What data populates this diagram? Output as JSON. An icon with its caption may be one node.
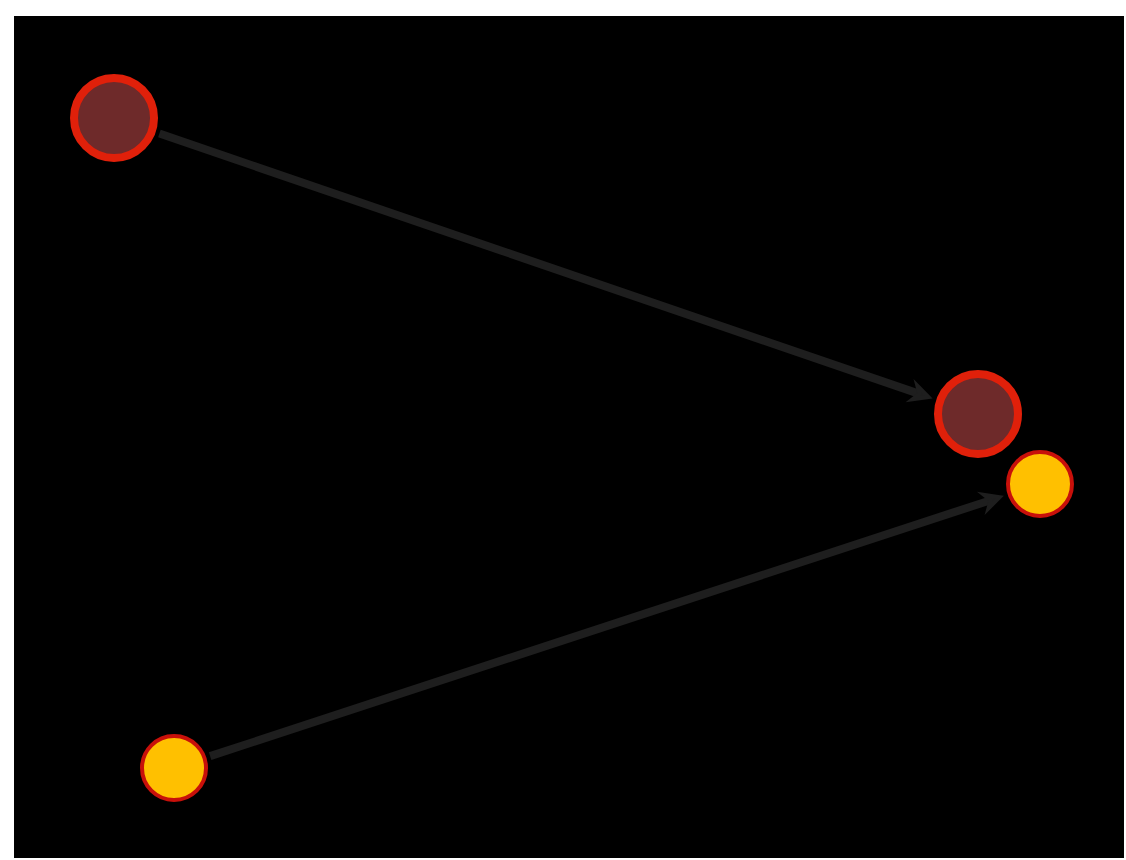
{
  "diagram": {
    "nodes": [
      {
        "text": [],
        "shape": "circle"
      },
      {
        "text": [],
        "shape": "circle"
      },
      {
        "text": [],
        "shape": "circle"
      },
      {
        "text": [],
        "shape": "circle"
      }
    ],
    "edges": [
      {
        "from": 0,
        "to": 2,
        "arrow": "to"
      },
      {
        "from": 1,
        "to": 3,
        "arrow": "to"
      }
    ]
  }
}
